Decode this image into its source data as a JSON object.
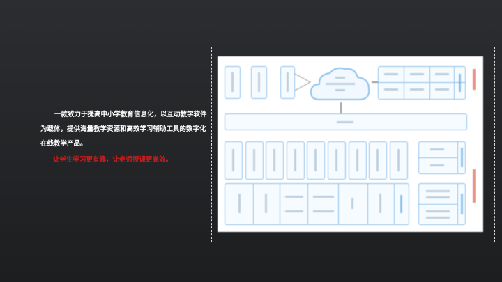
{
  "intro": {
    "description": "一款致力于提高中小学教育信息化，以互动教学软件为载体，提供海量教学资源和高效学习辅助工具的数字化在线教学产品。",
    "slogan": "让学生学习更有趣，让老师授课更高效。"
  },
  "diagram": {
    "icon": "architecture-diagram-image",
    "accent": "#8fc1ea",
    "label_color": "#e37a6a"
  }
}
